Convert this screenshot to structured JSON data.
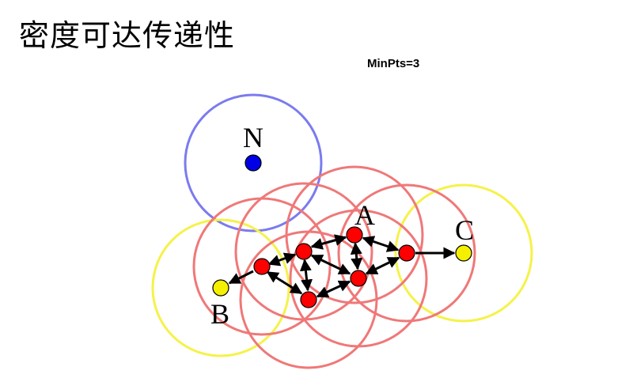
{
  "title": "密度可达传递性",
  "param": "MinPts=3",
  "labels": {
    "N": "N",
    "A": "A",
    "B": "B",
    "C": "C"
  },
  "colors": {
    "noise_circle": "#7b7bef",
    "noise_point": "#0000e6",
    "core_circle": "#f07878",
    "core_point": "#ff0000",
    "border_circle": "#f5f24a",
    "border_point": "#f5f000",
    "arrow": "#000000"
  }
}
